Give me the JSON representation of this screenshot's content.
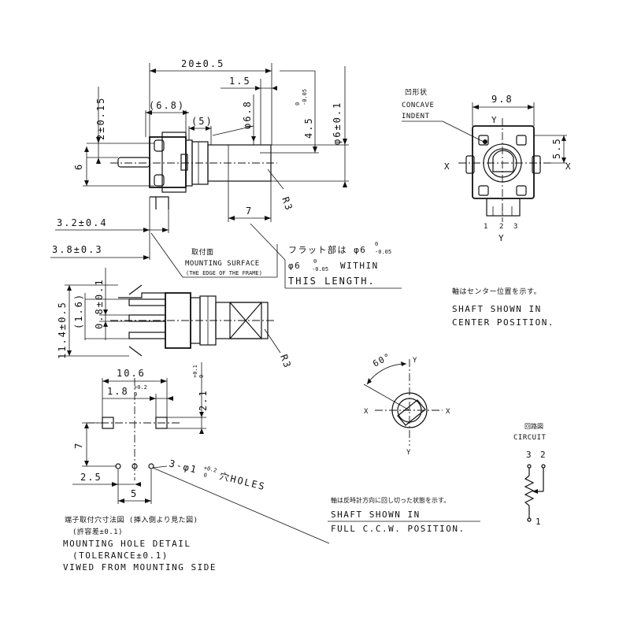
{
  "side_view": {
    "dim_total": "20±0.5",
    "dim_1_5": "1.5",
    "dim_6_8_paren": "(6.8)",
    "dim_5_paren": "(5)",
    "dim_phi6_8": "φ6.8",
    "dim_4_5": "4.5",
    "tol_4_5_upper": "0",
    "tol_4_5_lower": "-0.05",
    "dim_phi6": "φ6±0.1",
    "dim_2": "2±0.15",
    "dim_6": "6",
    "dim_r3": "R3",
    "dim_7": "7",
    "dim_3_2": "3.2±0.4",
    "dim_3_8": "3.8±0.3"
  },
  "mounting_surface": {
    "jp": "取付面",
    "en": "MOUNTING SURFACE",
    "sub": "(THE EDGE OF THE FRAME)"
  },
  "flat_note": {
    "line1_prefix": "フラット部は φ6",
    "line1_tol_upper": "0",
    "line1_tol_lower": "-0.05",
    "line2_prefix": "φ6",
    "line2_tol_upper": "0",
    "line2_tol_lower": "-0.05",
    "line2_suffix": "WITHIN",
    "line3": "THIS LENGTH."
  },
  "top_view": {
    "dim_11_4": "11.4±0.5",
    "dim_1_6": "(1.6)",
    "dim_0_8": "0.8±0.1",
    "dim_r3": "R3"
  },
  "front_view": {
    "concave_jp": "凹形状",
    "concave_en1": "CONCAVE",
    "concave_en2": "INDENT",
    "dim_9_8": "9.8",
    "dim_5_5": "5.5",
    "axis_x": "X",
    "axis_y": "Y",
    "pins": [
      "1",
      "2",
      "3"
    ]
  },
  "center_note": {
    "jp": "軸はセンター位置を示す。",
    "en1": "SHAFT SHOWN IN",
    "en2": "CENTER POSITION."
  },
  "rotation_view": {
    "angle": "60°",
    "axis_x": "X",
    "axis_y": "Y"
  },
  "ccw_note": {
    "jp": "軸は反時計方向に回し切った状態を示す。",
    "en1": "SHAFT SHOWN IN",
    "en2": "FULL C.C.W. POSITION."
  },
  "circuit": {
    "jp": "回路図",
    "en": "CIRCUIT",
    "pin3": "3",
    "pin2": "2",
    "pin1": "1"
  },
  "hole_detail": {
    "dim_10_6": "10.6",
    "dim_1_8": "1.8",
    "tol_1_8_upper": "+0.2",
    "tol_1_8_lower": "0",
    "dim_2_1": "2.1",
    "tol_2_1_upper": "+0.1",
    "tol_2_1_lower": "0",
    "dim_7": "7",
    "dim_2_5": "2.5",
    "dim_5": "5",
    "holes_prefix": "3-φ1",
    "holes_tol_upper": "+0.2",
    "holes_tol_lower": "0",
    "holes_suffix": "穴HOLES",
    "caption_jp": "端子取付穴寸法図 (挿入側より見た図)",
    "caption_tol_jp": "(許容差±0.1)",
    "caption_en1": "MOUNTING HOLE DETAIL",
    "caption_en2": "(TOLERANCE±0.1)",
    "caption_en3": "VIWED FROM MOUNTING SIDE"
  }
}
